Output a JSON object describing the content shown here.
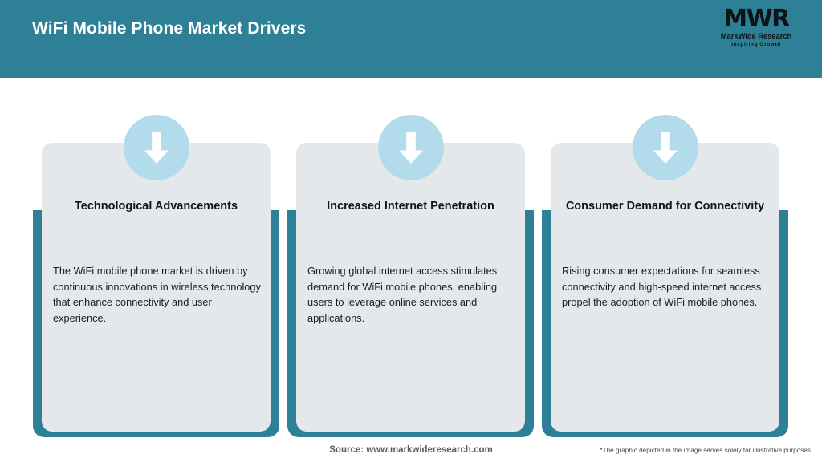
{
  "header": {
    "title": "WiFi Mobile Phone Market Drivers",
    "background_color": "#2e8096",
    "logo": {
      "mark": "MWR",
      "name": "MarkWide Research",
      "tagline": "Inspiring Growth"
    }
  },
  "theme": {
    "accent_teal": "#2e8096",
    "icon_circle_blue": "#b2dceb",
    "card_gray": "#e4e8ea",
    "arrow_white": "#ffffff"
  },
  "cards": [
    {
      "icon": "down-arrow-icon",
      "title": "Technological Advancements",
      "text": "The WiFi mobile phone market is driven by continuous innovations in wireless technology that enhance connectivity and user experience."
    },
    {
      "icon": "down-arrow-icon",
      "title": "Increased Internet Penetration",
      "text": "Growing global internet access stimulates demand for WiFi mobile phones, enabling users to leverage online services and applications."
    },
    {
      "icon": "down-arrow-icon",
      "title": "Consumer Demand for Connectivity",
      "text": "Rising consumer expectations for seamless connectivity and high-speed internet access propel the adoption of WiFi mobile phones."
    }
  ],
  "footer": {
    "source": "Source: www.markwideresearch.com",
    "note": "*The graphic depicted in the image serves solely for illustrative purposes"
  }
}
